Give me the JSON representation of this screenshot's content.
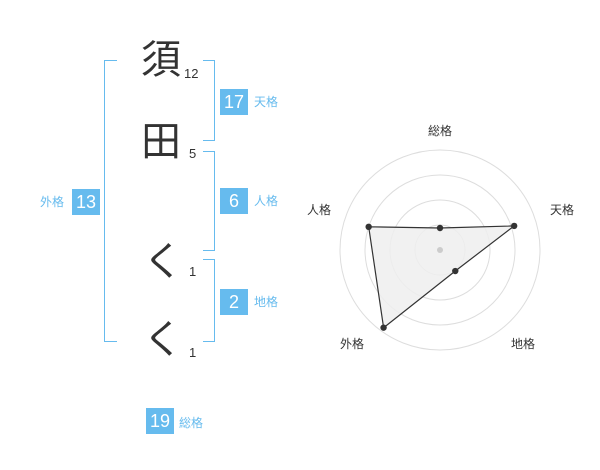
{
  "name": {
    "chars": [
      {
        "char": "須",
        "strokes": "12"
      },
      {
        "char": "田",
        "strokes": "5"
      },
      {
        "char": "く",
        "strokes": "1"
      },
      {
        "char": "く",
        "strokes": "1"
      }
    ]
  },
  "kaku": {
    "tenkaku": {
      "value": "17",
      "label": "天格"
    },
    "jinkaku": {
      "value": "6",
      "label": "人格"
    },
    "chikaku": {
      "value": "2",
      "label": "地格"
    },
    "gaikaku": {
      "value": "13",
      "label": "外格"
    },
    "soukaku": {
      "value": "19",
      "label": "総格"
    }
  },
  "colors": {
    "accent": "#66bbee",
    "text": "#333333",
    "grid": "#dddddd",
    "fill": "#eeeeee"
  },
  "chart_data": {
    "type": "radar",
    "axes": [
      "総格",
      "天格",
      "地格",
      "外格",
      "人格"
    ],
    "values": [
      0.22,
      0.78,
      0.26,
      0.96,
      0.75
    ],
    "rings": 4
  }
}
